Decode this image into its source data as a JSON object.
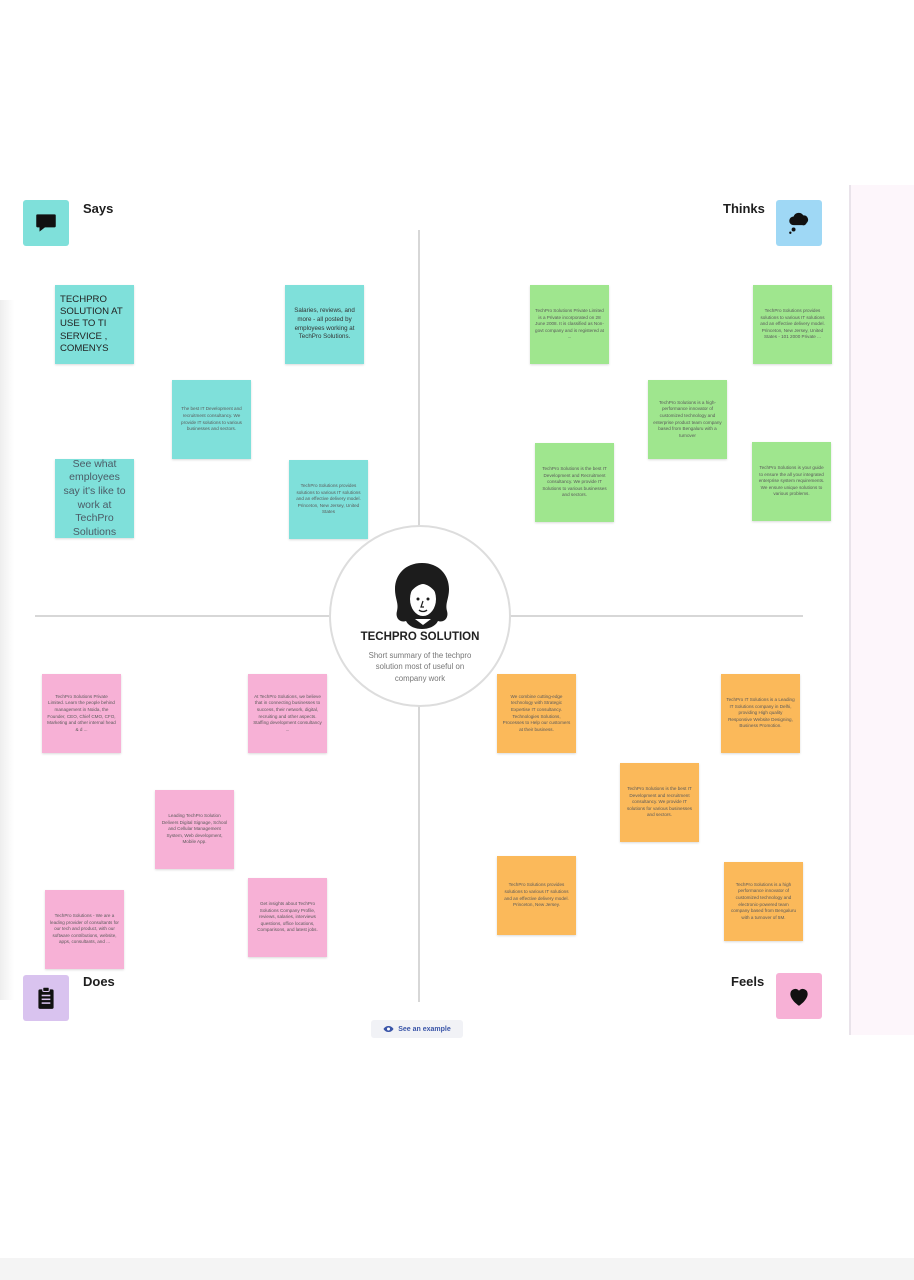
{
  "persona": {
    "name": "TECHPRO SOLUTION",
    "summary": "Short summary of the techpro solution most of useful on company work"
  },
  "quadrants": {
    "says": {
      "label": "Says",
      "icon": "speech-bubble-icon",
      "color": "#7fe0da"
    },
    "thinks": {
      "label": "Thinks",
      "icon": "thought-cloud-icon",
      "color": "#9fd8f5"
    },
    "does": {
      "label": "Does",
      "icon": "clipboard-icon",
      "color": "#d9c3ef"
    },
    "feels": {
      "label": "Feels",
      "icon": "heart-icon",
      "color": "#f7b1d6"
    }
  },
  "notes": {
    "says": [
      "TECHPRO SOLUTION AT USE TO TI SERVICE , COMENYS",
      "Salaries, reviews, and more - all posted by employees working at TechPro Solutions.",
      "The best IT Development and recruitment consultancy. We provide IT solutions to various businesses and sectors.",
      "See what employees say it's like to work at TechPro Solutions",
      "TechPro Solutions provides solutions to various IT solutions and an effective delivery model. Princeton, New Jersey, United States"
    ],
    "thinks": [
      "TechPro Solutions Private Limited is a Private incorporated on 28 June 2008. It is classified as Non-govt company and is registered at ...",
      "TechPro Solutions provides solutions to various IT solutions and an effective delivery model. Princeton, New Jersey, United States - 101 2000 Private ...",
      "TechPro Solutions is a high-performance innovator of customized technology and enterprise product team company based from Bengaluru with a turnover",
      "TechPro Solutions is the best IT Development and Recruitment consultancy. We provide IT Solutions to various businesses and sectors.",
      "TechPro Solutions is your guide to ensure the all your integrated enterprise system requirements. We ensure unique solutions to various problems."
    ],
    "does": [
      "TechPro Solutions Private Limited. Learn the people behind management in Noida, the Founder, CEO, Chief CMO, CFO, Marketing and other internal head & d ...",
      "At TechPro Solutions, we believe that in connecting businesses to success, their network, digital, recruiting and other aspects. Staffing development consultancy ...",
      "Leading TechPro Solution Delivers Digital Signage, School and Cellular Management System, Web development, Mobile App.",
      "TechPro Solutions - We are a leading provider of consultants for our tech and product, with our software contributions, website, apps, consultants, and ...",
      "Get insights about TechPro Solutions Company Profile, reviews, salaries, interviews questions, office locations, Comparisons, and latest jobs."
    ],
    "feels": [
      "We combine cutting-edge technology with Strategic Expertise IT consultancy. Technologies Solutions, Processes to Help our customers at their business.",
      "TechPro IT Solutions is a Leading IT Solutions company in Delhi, providing High quality Responsive Website Designing, Business Promotion.",
      "TechPro Solutions is the best IT Development and recruitment consultancy. We provide IT solutions for various businesses and sectors.",
      "TechPro Solutions provides solutions to various IT solutions and an effective delivery model. Princeton, New Jersey.",
      "TechPro Solutions is a high performance innovator of customized technology and electronic-powered team company based from Bengaluru with a turnover of 5M."
    ]
  },
  "example_button": {
    "label": "See an example",
    "icon": "eye-icon"
  }
}
